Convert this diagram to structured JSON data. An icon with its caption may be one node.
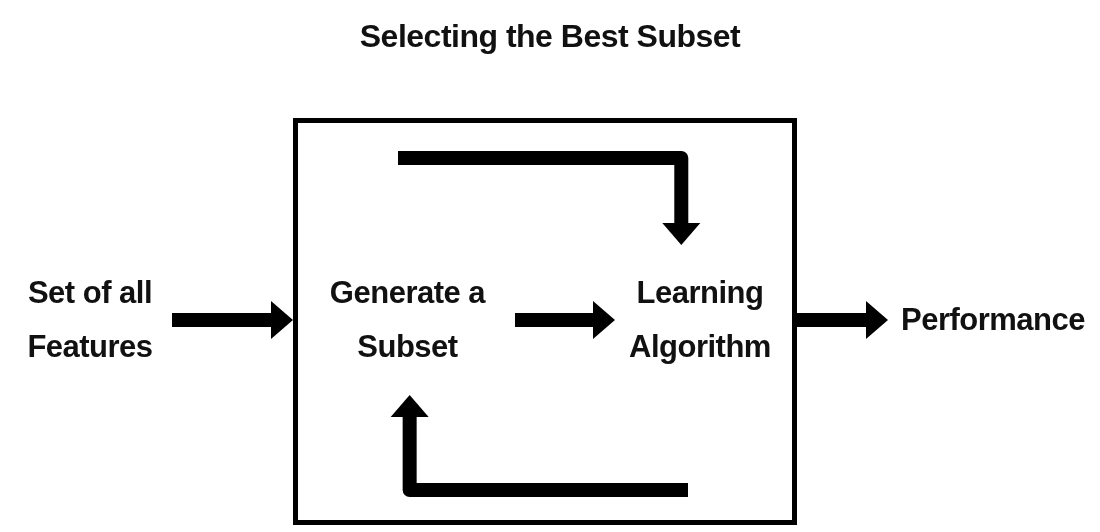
{
  "diagram": {
    "title": "Selecting the Best Subset",
    "nodes": [
      {
        "text": [],
        "shape": "box"
      },
      {
        "text": [
          "Set of all Features"
        ]
      },
      {
        "text": [
          "Generate a Subset"
        ],
        "in": 0
      },
      {
        "text": [
          "Learning Algorithm"
        ],
        "in": 0
      },
      {
        "text": [
          "Performance"
        ]
      }
    ],
    "edges": [
      {
        "from": 1,
        "to": 0,
        "arrow": "to"
      },
      {
        "from": 2,
        "to": 3,
        "arrow": "to"
      },
      {
        "from": 0,
        "to": 4,
        "arrow": "to"
      },
      {
        "from": null,
        "to": 3,
        "arrow": "to"
      },
      {
        "from": null,
        "to": 2,
        "arrow": "to"
      }
    ]
  }
}
